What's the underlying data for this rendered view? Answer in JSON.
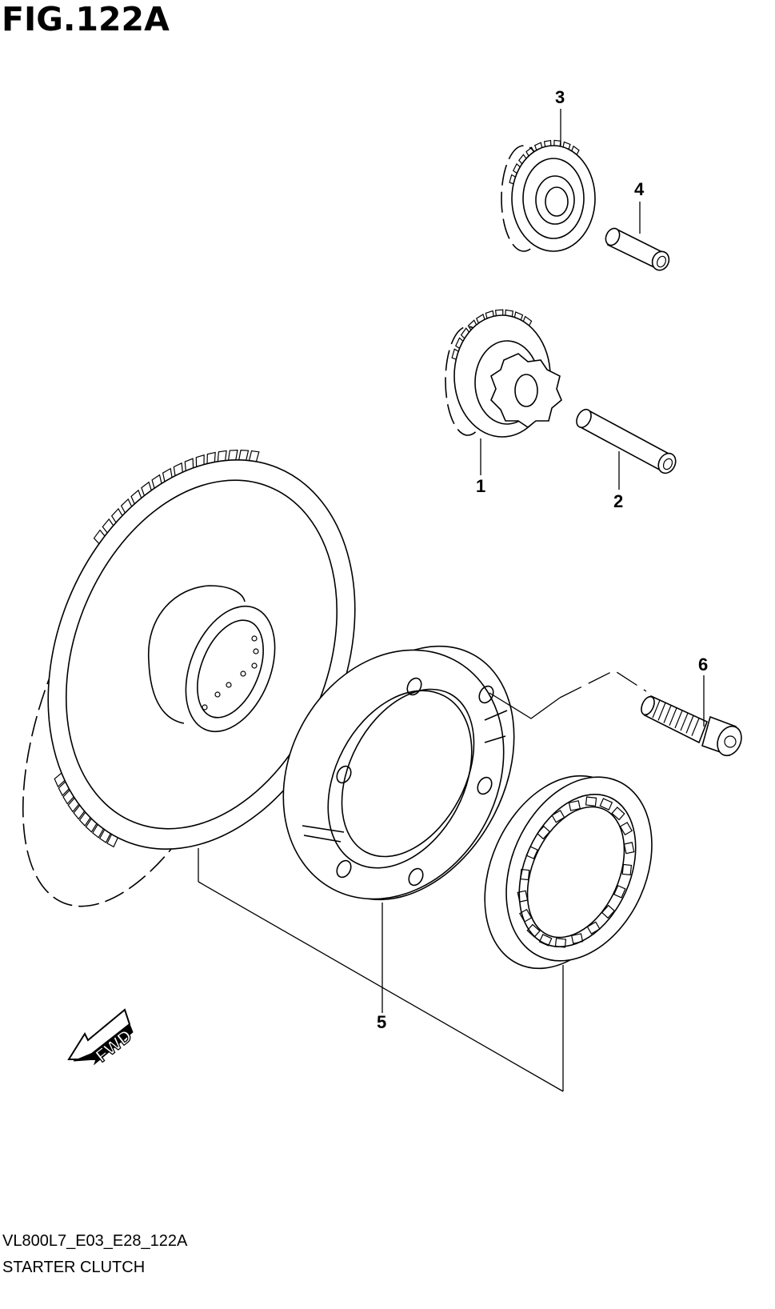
{
  "figure": {
    "title": "FIG.122A",
    "code": "VL800L7_E03_E28_122A",
    "name": "STARTER CLUTCH"
  },
  "callouts": [
    "1",
    "2",
    "3",
    "4",
    "5",
    "6"
  ],
  "direction_marker": {
    "label": "FWD"
  },
  "icons": {
    "starter_clutch_gear": "large-gear-icon",
    "idle_gear_no1": "gear-icon",
    "idle_gear_no2": "gear-icon",
    "shaft": "pin-icon",
    "clutch_body": "ring-icon",
    "one_way_clutch": "bearing-icon",
    "bolt": "bolt-icon",
    "fwd_arrow": "arrow-icon"
  },
  "colors": {
    "line": "#000000",
    "background": "#ffffff"
  }
}
